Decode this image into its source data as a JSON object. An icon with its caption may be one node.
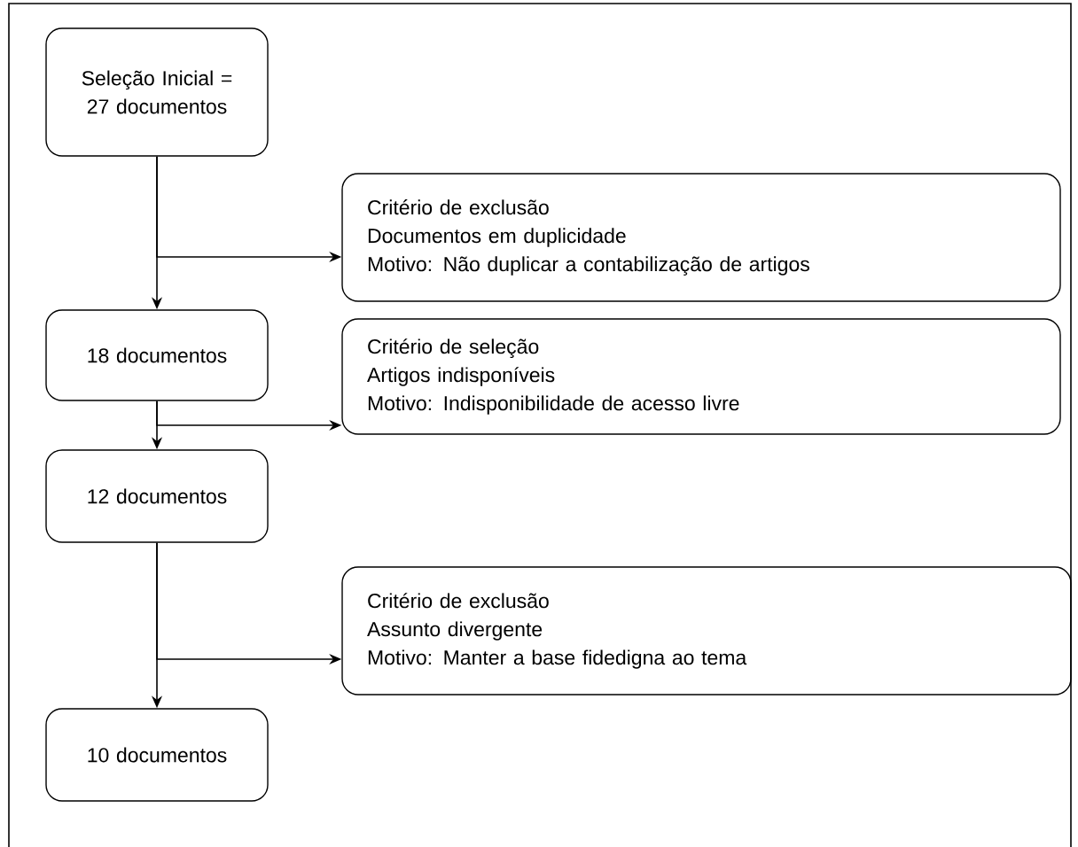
{
  "diagram": {
    "nodes": [
      {
        "text": [
          "Seleção Inicial = 27 documentos"
        ]
      },
      {
        "text": [
          "Critério de exclusão",
          "Documentos em duplicidade",
          "Motivo: Não duplicar a contabilização de artigos"
        ]
      },
      {
        "text": [
          "18 documentos"
        ]
      },
      {
        "text": [
          "Critério de seleção",
          "Artigos indisponíveis",
          "Motivo: Indisponibilidade de acesso livre"
        ]
      },
      {
        "text": [
          "12 documentos"
        ]
      },
      {
        "text": [
          "Critério de exclusão",
          "Assunto divergente",
          "Motivo: Manter a base fidedigna ao tema"
        ]
      },
      {
        "text": [
          "10 documentos"
        ]
      }
    ],
    "edges": [
      {
        "from": 0,
        "to": 2,
        "arrow": "to"
      },
      {
        "from": 0,
        "to": 1,
        "arrow": "to"
      },
      {
        "from": 2,
        "to": 4,
        "arrow": "to"
      },
      {
        "from": 2,
        "to": 3,
        "arrow": "to"
      },
      {
        "from": 4,
        "to": 6,
        "arrow": "to"
      },
      {
        "from": 4,
        "to": 5,
        "arrow": "to"
      }
    ]
  }
}
